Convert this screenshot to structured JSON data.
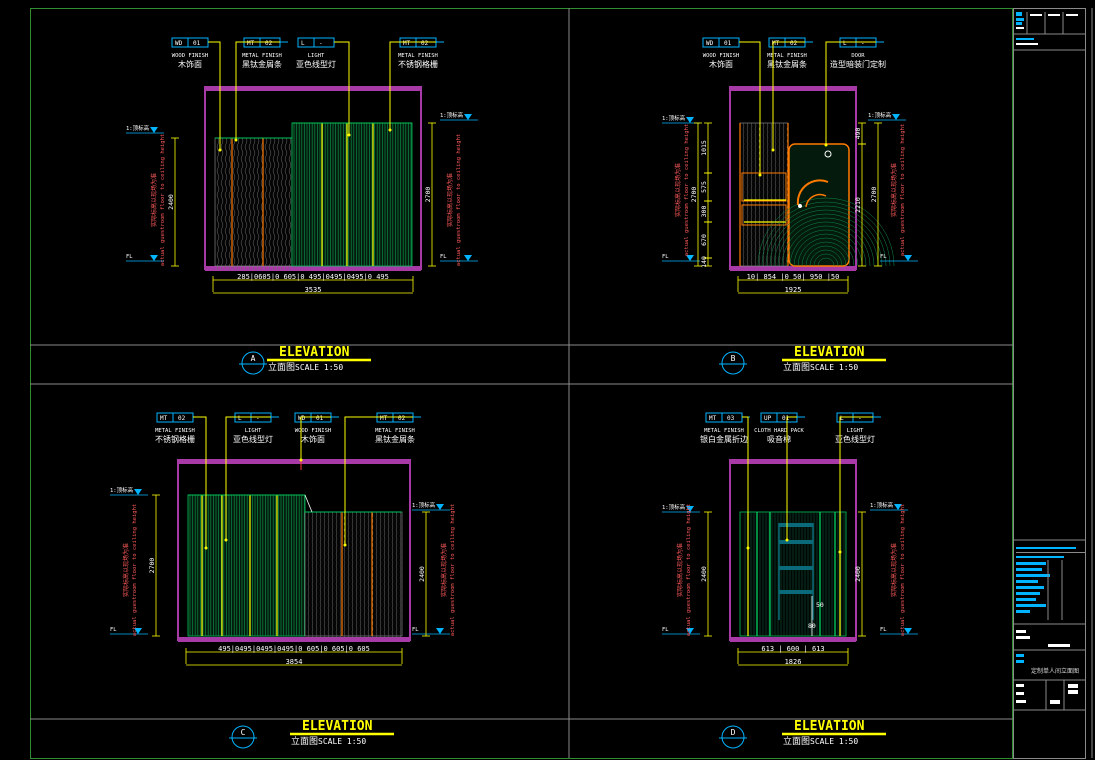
{
  "colors": {
    "background": "#000000",
    "frame": "#2f8f2f",
    "frame_grey": "#8a8a8a",
    "purple": "#a83aa8",
    "yellow": "#ffff00",
    "cyan": "#00b4ff",
    "green_panel": "#00c65a",
    "orange": "#ff7a00",
    "white": "#ffffff",
    "grey_text": "#d8d8d8",
    "red": "#ff3b3b"
  },
  "views": [
    {
      "id": "A",
      "callouts": [
        {
          "code": "WD",
          "num": "01",
          "en": "WOOD FINISH",
          "cn": "木饰面"
        },
        {
          "code": "MT",
          "num": "02",
          "en": "METAL FINISH",
          "cn": "黑钛金屑条"
        },
        {
          "code": "L",
          "num": "-",
          "en": "LIGHT",
          "cn": "亚色线型灯"
        },
        {
          "code": "MT",
          "num": "02",
          "en": "METAL FINISH",
          "cn": "不锈钢格栅"
        }
      ],
      "level_top": "1:顶标高",
      "level_top_right": "1:顶标高",
      "floor_mark": "FL",
      "dim_left": "2400",
      "dim_right": "2700",
      "vertical_note_1": "实际标高以现场为准",
      "vertical_note_2": "actual guestroom floor to ceiling height",
      "bottom_dims": "285|0605|0 605|0 495|0495|0495|0 495",
      "overall": "3535",
      "title": "ELEVATION",
      "subtitle": "立面图",
      "scale": "SCALE 1:50"
    },
    {
      "id": "B",
      "callouts": [
        {
          "code": "WD",
          "num": "01",
          "en": "WOOD FINISH",
          "cn": "木饰面"
        },
        {
          "code": "MT",
          "num": "02",
          "en": "METAL FINISH",
          "cn": "黑钛金屑条"
        },
        {
          "code": "L",
          "num": "-",
          "en": "DOOR",
          "cn": "造型暗装门定制"
        }
      ],
      "level_top": "1:顶标高",
      "level_top_right": "1:顶标高",
      "floor_mark": "FL",
      "dim_left_stack": [
        "1015",
        "575",
        "300",
        "670",
        "140"
      ],
      "dim_left_total": "2700",
      "dim_right": "2700",
      "dim_right_sub": "2210",
      "dim_right_top": "490",
      "vertical_note_1": "实际标高以现场为准",
      "vertical_note_2": "actual guestroom floor to ceiling height",
      "bottom_dims": "10| 854 |0 50| 950 |50",
      "overall": "1925",
      "title": "ELEVATION",
      "subtitle": "立面图",
      "scale": "SCALE 1:50"
    },
    {
      "id": "C",
      "callouts": [
        {
          "code": "MT",
          "num": "02",
          "en": "METAL FINISH",
          "cn": "不锈钢格栅"
        },
        {
          "code": "L",
          "num": "-",
          "en": "LIGHT",
          "cn": "亚色线型灯"
        },
        {
          "code": "WD",
          "num": "01",
          "en": "WOOD FINISH",
          "cn": "木饰面"
        },
        {
          "code": "MT",
          "num": "02",
          "en": "METAL FINISH",
          "cn": "黑钛金屑条"
        }
      ],
      "level_top": "1:顶标高",
      "level_top_right": "1:顶标高",
      "floor_mark": "FL",
      "dim_left": "2700",
      "dim_right": "2400",
      "vertical_note_1": "实际标高以现场为准",
      "vertical_note_2": "actual guestroom floor to ceiling height",
      "bottom_dims": "495|0495|0495|0495|0 605|0 605|0 605",
      "overall": "3854",
      "title": "ELEVATION",
      "subtitle": "立面图",
      "scale": "SCALE 1:50"
    },
    {
      "id": "D",
      "callouts": [
        {
          "code": "MT",
          "num": "03",
          "en": "METAL FINISH",
          "cn": "银白金属折边"
        },
        {
          "code": "UP",
          "num": "01",
          "en": "CLOTH HARD PACK",
          "cn": "吸音棉"
        },
        {
          "code": "L",
          "num": "-",
          "en": "LIGHT",
          "cn": "亚色线型灯"
        }
      ],
      "level_top": "1:顶标高",
      "level_top_right": "1:顶标高",
      "floor_mark": "FL",
      "dim_left": "2400",
      "dim_right": "2400",
      "small_dims": [
        "80",
        "50"
      ],
      "vertical_note_1": "实际标高以现场为准",
      "vertical_note_2": "actual guestroom floor to ceiling height",
      "bottom_dims": "613 | 600 | 613",
      "overall": "1826",
      "title": "ELEVATION",
      "subtitle": "立面图",
      "scale": "SCALE 1:50"
    }
  ],
  "title_block": {
    "drawing_name": "定制单人间立面图"
  }
}
